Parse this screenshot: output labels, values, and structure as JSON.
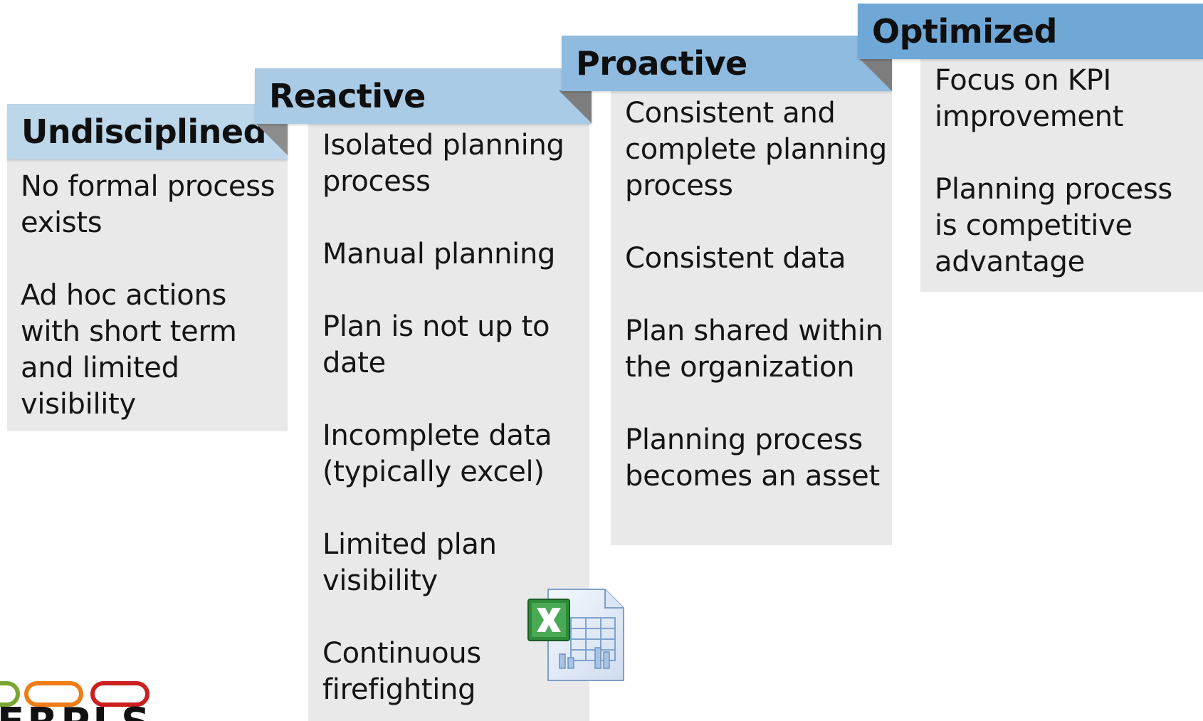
{
  "stages": [
    {
      "title": "Undisciplined",
      "items": [
        "No formal process exists",
        "Ad hoc actions with short term and limited visibility"
      ]
    },
    {
      "title": "Reactive",
      "items": [
        "Isolated planning process",
        "Manual planning",
        "Plan is not up to date",
        "Incomplete data (typically excel)",
        "Limited plan visibility",
        "Continuous firefighting"
      ]
    },
    {
      "title": "Proactive",
      "items": [
        "Consistent and complete planning process",
        "Consistent data",
        "Plan shared within the organization",
        "Planning process becomes an asset"
      ]
    },
    {
      "title": "Optimized",
      "items": [
        "Focus on KPI improvement",
        "Planning process is competitive advantage"
      ]
    }
  ],
  "colors": {
    "header_1": "#bcd6ea",
    "header_2": "#a9cbe6",
    "header_3": "#8fbbe0",
    "header_4": "#6fa8d6",
    "body": "#e9e9e9",
    "excel_green": "#2e8b3a"
  },
  "icons": {
    "spreadsheet": "excel-spreadsheet-icon",
    "logo": "company-logo"
  }
}
